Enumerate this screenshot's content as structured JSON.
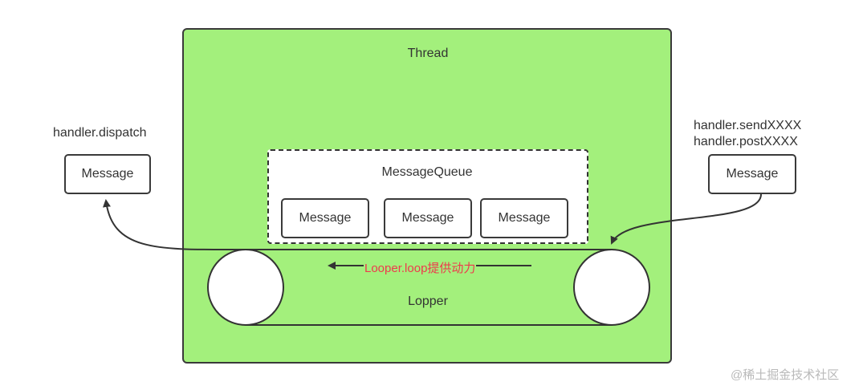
{
  "thread": {
    "title": "Thread"
  },
  "message_queue": {
    "title": "MessageQueue",
    "messages": [
      "Message",
      "Message",
      "Message"
    ]
  },
  "left_side": {
    "label": "handler.dispatch",
    "message": "Message"
  },
  "right_side": {
    "labels": [
      "handler.sendXXXX",
      "handler.postXXXX"
    ],
    "message": "Message"
  },
  "looper": {
    "label": "Lopper",
    "loop_text": "Looper.loop提供动力"
  },
  "watermark": "@稀土掘金技术社区",
  "colors": {
    "thread_fill": "#a3f07c",
    "stroke": "#3a3a3a",
    "loop_text": "#ee3a4c",
    "watermark": "#b9b9b9"
  }
}
